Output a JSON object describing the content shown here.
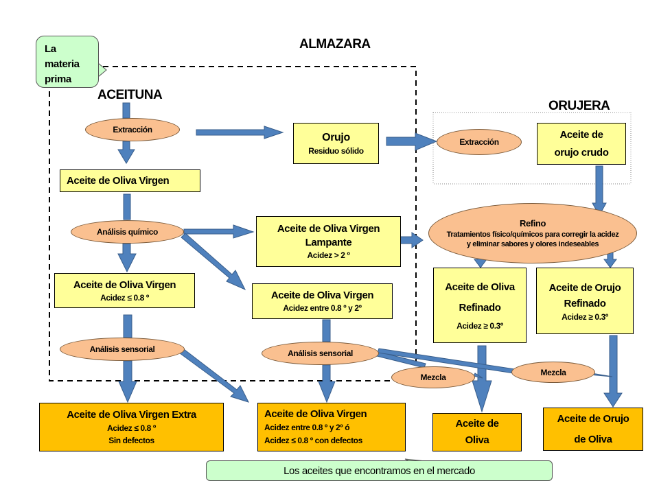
{
  "headings": {
    "almazara": "ALMAZARA",
    "aceituna": "ACEITUNA",
    "orujera": "ORUJERA"
  },
  "callouts": {
    "materia_prima": [
      "La",
      "materia",
      "prima"
    ],
    "mercado": "Los aceites que encontramos en el mercado"
  },
  "processes": {
    "extraccion_almazara": "Extracción",
    "analisis_quimico": "Análisis químico",
    "analisis_sensorial_1": "Análisis sensorial",
    "analisis_sensorial_2": "Análisis sensorial",
    "extraccion_orujera": "Extracción",
    "refino_title": "Refino",
    "refino_desc_1": "Tratamientos físico/químicos para corregir la acidez",
    "refino_desc_2": "y eliminar sabores y olores indeseables",
    "mezcla_1": "Mezcla",
    "mezcla_2": "Mezcla"
  },
  "boxes": {
    "aov": "Aceite de Oliva Virgen",
    "orujo_title": "Orujo",
    "orujo_sub": "Residuo sólido",
    "lampante_1": "Aceite de Oliva Virgen",
    "lampante_2": "Lampante",
    "lampante_acidez": "Acidez > 2 º",
    "aov_08_title": "Aceite de Oliva Virgen",
    "aov_08_acidez": "Acidez ≤ 0.8 º",
    "aov_08_2_title": "Aceite de Oliva Virgen",
    "aov_08_2_acidez": "Acidez entre 0.8 º y 2º",
    "orujo_crudo_1": "Aceite de",
    "orujo_crudo_2": "orujo crudo",
    "aor_1": "Aceite de Oliva",
    "aor_2": "Refinado",
    "aor_acidez": "Acidez ≥ 0.3º",
    "aorr_1": "Aceite de Orujo",
    "aorr_2": "Refinado",
    "aorr_acidez": "Acidez ≥ 0.3º"
  },
  "products": {
    "extra_title": "Aceite de Oliva Virgen Extra",
    "extra_acidez": "Acidez ≤ 0.8 º",
    "extra_defectos": "Sin defectos",
    "virgen_title": "Aceite de Oliva Virgen",
    "virgen_l1": "Acidez entre 0.8 º y 2º ó",
    "virgen_l2": "Acidez ≤ 0.8 º con defectos",
    "oliva_1": "Aceite de",
    "oliva_2": "Oliva",
    "orujo_oliva_1": "Aceite de Orujo",
    "orujo_oliva_2": "de Oliva"
  },
  "colors": {
    "intermediate_box": "#ffff99",
    "final_product_box": "#ffc000",
    "process_ellipse": "#fac090",
    "arrow": "#4f81bd",
    "callout": "#ccffcc"
  }
}
